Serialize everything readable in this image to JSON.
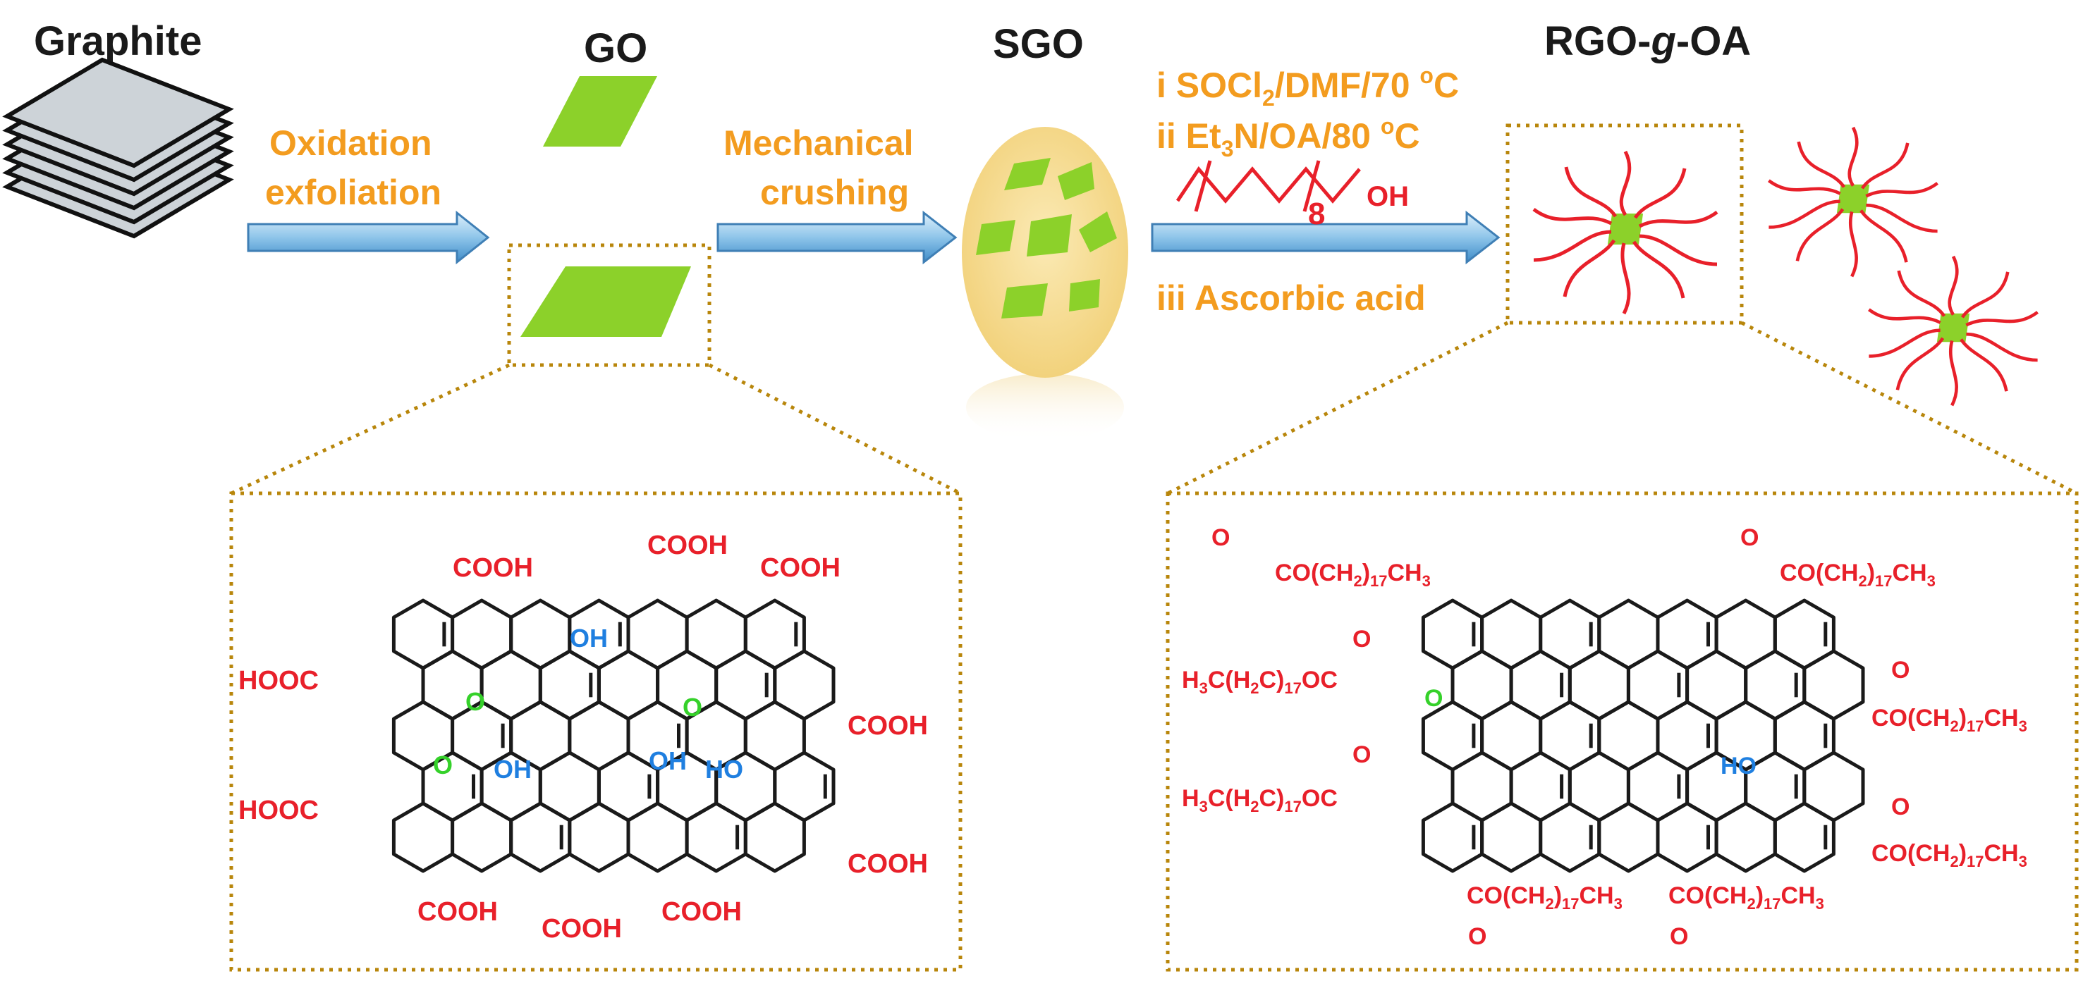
{
  "titles": {
    "graphite": "Graphite",
    "go": "GO",
    "sgo": "SGO",
    "rgo_prefix": "RGO-",
    "rgo_g": "g",
    "rgo_suffix": "-OA"
  },
  "steps": {
    "oxidation_1": "Oxidation",
    "oxidation_2": "exfoliation",
    "mechanical_1": "Mechanical",
    "mechanical_2": "crushing",
    "r1_prefix": "i  SOCl",
    "r1_sub": "2",
    "r1_suffix": "/DMF/70 ",
    "r1_deg": "o",
    "r1_unit": "C",
    "r2_prefix": "ii Et",
    "r2_sub": "3",
    "r2_suffix": "N/OA/80 ",
    "r2_deg": "o",
    "r2_unit": "C",
    "chain_n": "8",
    "chain_oh": "OH",
    "r3": "iii Ascorbic acid"
  },
  "go_groups": {
    "cooh": "COOH",
    "hooc": "HOOC",
    "oh": "OH",
    "ho": "HO",
    "epoxide": "O"
  },
  "rgo_groups": {
    "co_a": "CO(CH",
    "co_b": "2",
    "co_c": ")",
    "co_d": "17",
    "co_e": "CH",
    "co_f": "3",
    "h3c_a": "H",
    "h3c_b": "3",
    "h3c_c": "C(H",
    "h3c_d": "2",
    "h3c_e": "C)",
    "h3c_f": "17",
    "h3c_g": "OC",
    "carbonyl_o": "O",
    "ho": "HO",
    "epoxide": "O"
  },
  "colors": {
    "title": "#1a1a1a",
    "step_text": "#f39c1f",
    "functional_group": "#e8202a",
    "hydroxyl": "#1f7fe0",
    "epoxide": "#35d12a",
    "sheet": "#8cd12a",
    "arrow": "#5aa5dc",
    "frame": "#b8860b",
    "sgo_particle": "#f7de94"
  },
  "icons": [
    "graphite-stack-icon",
    "go-sheet-icon",
    "sgo-particle-icon",
    "grafted-sheet-icon",
    "arrow-icon"
  ]
}
